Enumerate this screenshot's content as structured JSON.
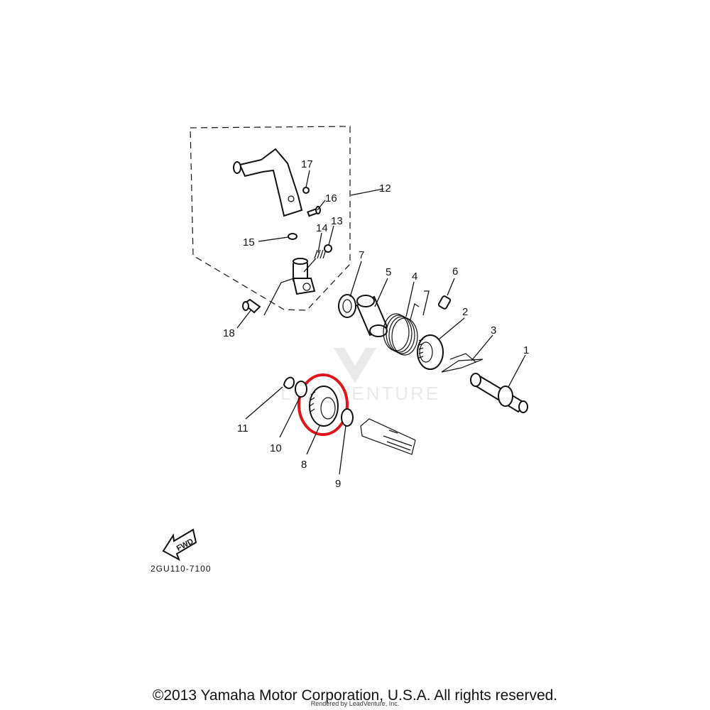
{
  "diagram": {
    "callouts": [
      {
        "id": "c1",
        "text": "1"
      },
      {
        "id": "c2",
        "text": "2"
      },
      {
        "id": "c3",
        "text": "3"
      },
      {
        "id": "c4",
        "text": "4"
      },
      {
        "id": "c5",
        "text": "5"
      },
      {
        "id": "c6",
        "text": "6"
      },
      {
        "id": "c7",
        "text": "7"
      },
      {
        "id": "c8",
        "text": "8"
      },
      {
        "id": "c9",
        "text": "9"
      },
      {
        "id": "c10",
        "text": "10"
      },
      {
        "id": "c11",
        "text": "11"
      },
      {
        "id": "c12",
        "text": "12"
      },
      {
        "id": "c13",
        "text": "13"
      },
      {
        "id": "c14",
        "text": "14"
      },
      {
        "id": "c15",
        "text": "15"
      },
      {
        "id": "c16",
        "text": "16"
      },
      {
        "id": "c17",
        "text": "17"
      },
      {
        "id": "c18",
        "text": "18"
      }
    ],
    "fwd_label": "FWD",
    "drawing_code": "2GU110-7100",
    "highlight_color": "#e0141b",
    "watermark_text": "LEADVENTURE"
  },
  "footer": {
    "copyright": "©2013 Yamaha Motor Corporation, U.S.A. All rights reserved.",
    "rendered_by": "Rendered by LeadVenture, Inc."
  }
}
